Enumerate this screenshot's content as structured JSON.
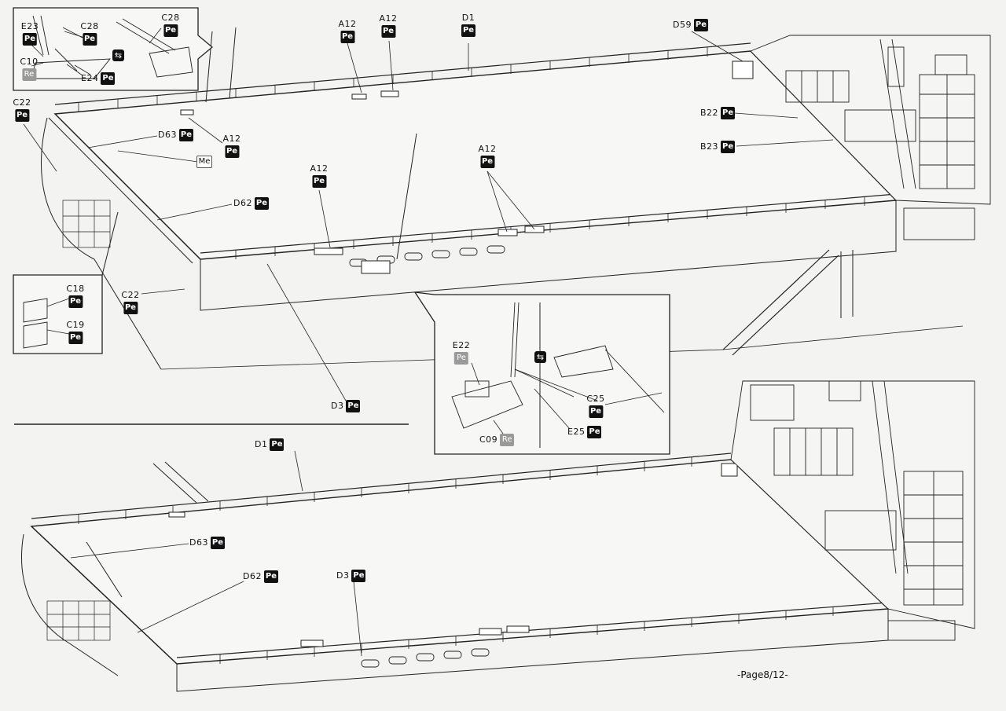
{
  "page": {
    "number_text": "-Page8/12-"
  },
  "legend": {
    "pe": "Pe",
    "re": "Re",
    "me": "Me",
    "swap_icon": "swap-arrows-icon"
  },
  "labels": {
    "inset_top_left": [
      {
        "code": "E23",
        "badge": "Pe"
      },
      {
        "code": "C28",
        "badge": "Pe"
      },
      {
        "code": "C28",
        "badge": "Pe"
      },
      {
        "code": "C10",
        "badge": "Re"
      },
      {
        "code": "E24",
        "badge": "Pe"
      }
    ],
    "top_view": [
      {
        "code": "A12",
        "badge": "Pe"
      },
      {
        "code": "A12",
        "badge": "Pe"
      },
      {
        "code": "D1",
        "badge": "Pe"
      },
      {
        "code": "D59",
        "badge": "Pe"
      },
      {
        "code": "C22",
        "badge": "Pe"
      },
      {
        "code": "B22",
        "badge": "Pe"
      },
      {
        "code": "D63",
        "badge": "Pe"
      },
      {
        "code": "A12",
        "badge": "Pe"
      },
      {
        "code": "B23",
        "badge": "Pe"
      },
      {
        "code": "",
        "badge": "Me"
      },
      {
        "code": "A12",
        "badge": "Pe"
      },
      {
        "code": "A12",
        "badge": "Pe"
      },
      {
        "code": "D62",
        "badge": "Pe"
      },
      {
        "code": "C22",
        "badge": "Pe"
      },
      {
        "code": "D3",
        "badge": "Pe"
      }
    ],
    "inset_left": [
      {
        "code": "C18",
        "badge": "Pe"
      },
      {
        "code": "C19",
        "badge": "Pe"
      }
    ],
    "inset_center": [
      {
        "code": "E22",
        "badge": "Pe"
      },
      {
        "code": "C25",
        "badge": "Pe"
      },
      {
        "code": "E25",
        "badge": "Pe"
      },
      {
        "code": "C09",
        "badge": "Re"
      }
    ],
    "bottom_view": [
      {
        "code": "D1",
        "badge": "Pe"
      },
      {
        "code": "D63",
        "badge": "Pe"
      },
      {
        "code": "D62",
        "badge": "Pe"
      },
      {
        "code": "D3",
        "badge": "Pe"
      }
    ]
  }
}
